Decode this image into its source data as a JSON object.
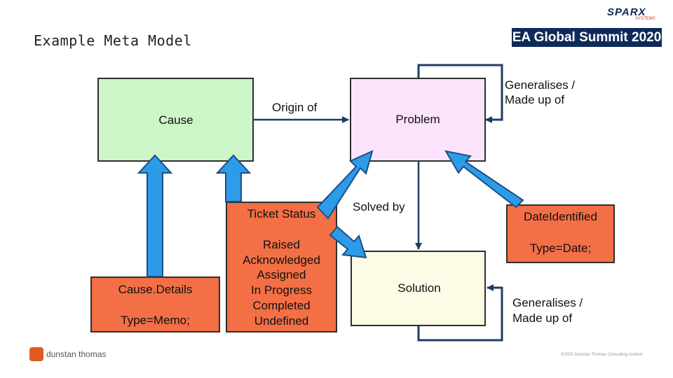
{
  "slide": {
    "title": "Example Meta Model"
  },
  "branding": {
    "event": "EA Global Summit 2020",
    "sparx": "SPARX",
    "sparx_sub": "SYSTEMS",
    "company": "dunstan thomas",
    "copyright": "©2020 Dunstan Thomas Consulting Limited"
  },
  "diagram": {
    "cause": {
      "label": "Cause",
      "fill": "#ccf5c8"
    },
    "problem": {
      "label": "Problem",
      "fill": "#fbe4fb"
    },
    "solution": {
      "label": "Solution",
      "fill": "#fcfbe6"
    },
    "cause_details": {
      "name": "Cause.Details",
      "type": "Type=Memo;",
      "fill": "#f36f45"
    },
    "ticket_status": {
      "name": "Ticket Status",
      "values": [
        "Raised",
        "Acknowledged",
        "Assigned",
        "In Progress",
        "Completed",
        "Undefined"
      ],
      "fill": "#f36f45"
    },
    "date_identified": {
      "name": "DateIdentified",
      "type": "Type=Date;",
      "fill": "#f36f45"
    },
    "relations": {
      "origin_of": "Origin of",
      "solved_by": "Solved by",
      "generalises_top": [
        "Generalises /",
        "Made up of"
      ],
      "generalises_bottom": [
        "Generalises /",
        "Made up of"
      ]
    },
    "arrow_color": "#2e9be8",
    "connector_color": "#1f3c64"
  }
}
